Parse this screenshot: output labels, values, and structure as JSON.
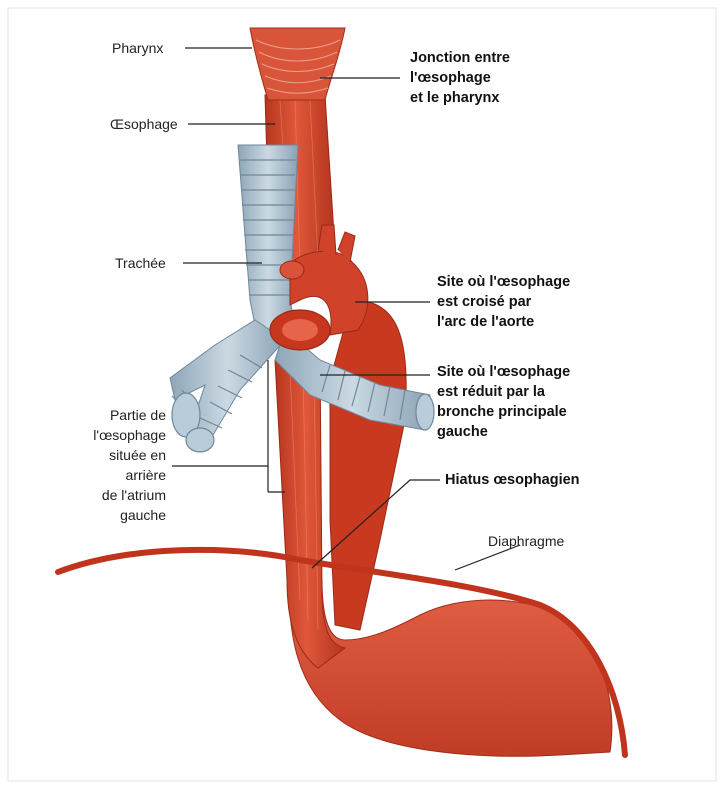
{
  "labels": {
    "pharynx": "Pharynx",
    "oesophage": "Œsophage",
    "trachee": "Trachée",
    "partie": [
      "Partie de",
      "l'œsophage",
      "située en",
      "arrière",
      "de l'atrium",
      "gauche"
    ],
    "jonction": [
      "Jonction entre",
      "l'œsophage",
      "et le pharynx"
    ],
    "site_aorte": [
      "Site où l'œsophage",
      "est croisé par",
      "l'arc de l'aorte"
    ],
    "site_bronche": [
      "Site où l'œsophage",
      "est réduit par la",
      "bronche principale",
      "gauche"
    ],
    "hiatus": "Hiatus œsophagien",
    "diaphragme": "Diaphragme"
  },
  "colors": {
    "muscle": "#d2432b",
    "muscle_dark": "#a8301d",
    "muscle_light": "#e8714f",
    "trachea": "#a9bfcf",
    "trachea_dark": "#6f8799",
    "leader": "#222222",
    "frame": "#e3e3e3"
  }
}
